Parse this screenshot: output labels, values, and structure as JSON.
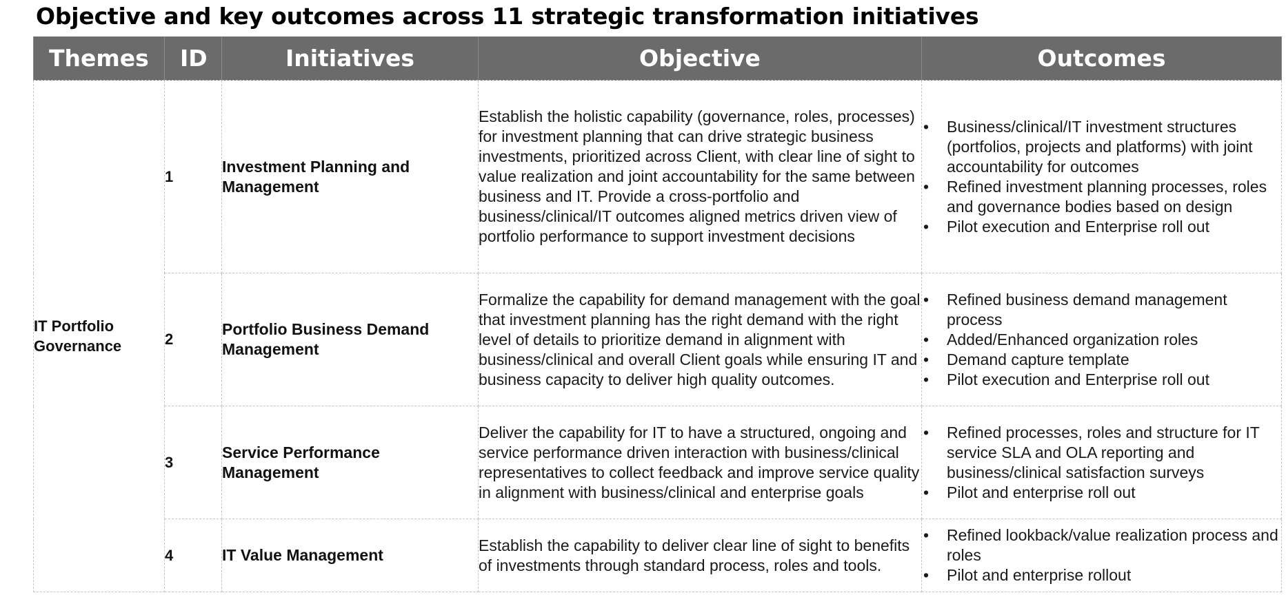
{
  "title": "Objective and key outcomes across 11 strategic transformation initiatives",
  "table": {
    "headers": {
      "themes": "Themes",
      "id": "ID",
      "initiatives": "Initiatives",
      "objective": "Objective",
      "outcomes": "Outcomes"
    },
    "theme": "IT Portfolio Governance",
    "rows": [
      {
        "id": "1",
        "initiative": "Investment Planning and Management",
        "objective": "Establish the holistic capability (governance, roles, processes) for investment planning that can drive strategic business investments, prioritized across Client, with clear line of sight to value realization and joint accountability for the same between business and IT. Provide a cross-portfolio and business/clinical/IT outcomes aligned metrics driven view of portfolio performance to support investment decisions",
        "outcomes": [
          "Business/clinical/IT investment structures (portfolios, projects and platforms) with joint accountability for outcomes",
          "Refined investment planning processes, roles and governance bodies based on design",
          "Pilot execution and Enterprise roll out"
        ]
      },
      {
        "id": "2",
        "initiative": "Portfolio Business Demand Management",
        "objective": "Formalize the capability for demand management with the goal that investment planning has the right demand with the right level of details to prioritize demand in alignment with business/clinical and overall Client goals while ensuring IT and business capacity to deliver high quality outcomes.",
        "outcomes": [
          "Refined business demand management process",
          "Added/Enhanced organization roles",
          "Demand capture template",
          "Pilot execution and Enterprise roll out"
        ]
      },
      {
        "id": "3",
        "initiative": "Service Performance Management",
        "objective": "Deliver the capability for IT to have a structured, ongoing and service performance driven interaction with business/clinical representatives to collect feedback and improve service quality in alignment with business/clinical and enterprise goals",
        "outcomes": [
          "Refined processes, roles and structure for IT service SLA and OLA reporting and business/clinical satisfaction surveys",
          "Pilot and enterprise roll out"
        ]
      },
      {
        "id": "4",
        "initiative": "IT Value Management",
        "objective": "Establish the capability to deliver clear line of sight to benefits of investments through standard process, roles and tools.",
        "outcomes": [
          "Refined lookback/value realization process and roles",
          "Pilot and enterprise rollout"
        ]
      }
    ]
  }
}
